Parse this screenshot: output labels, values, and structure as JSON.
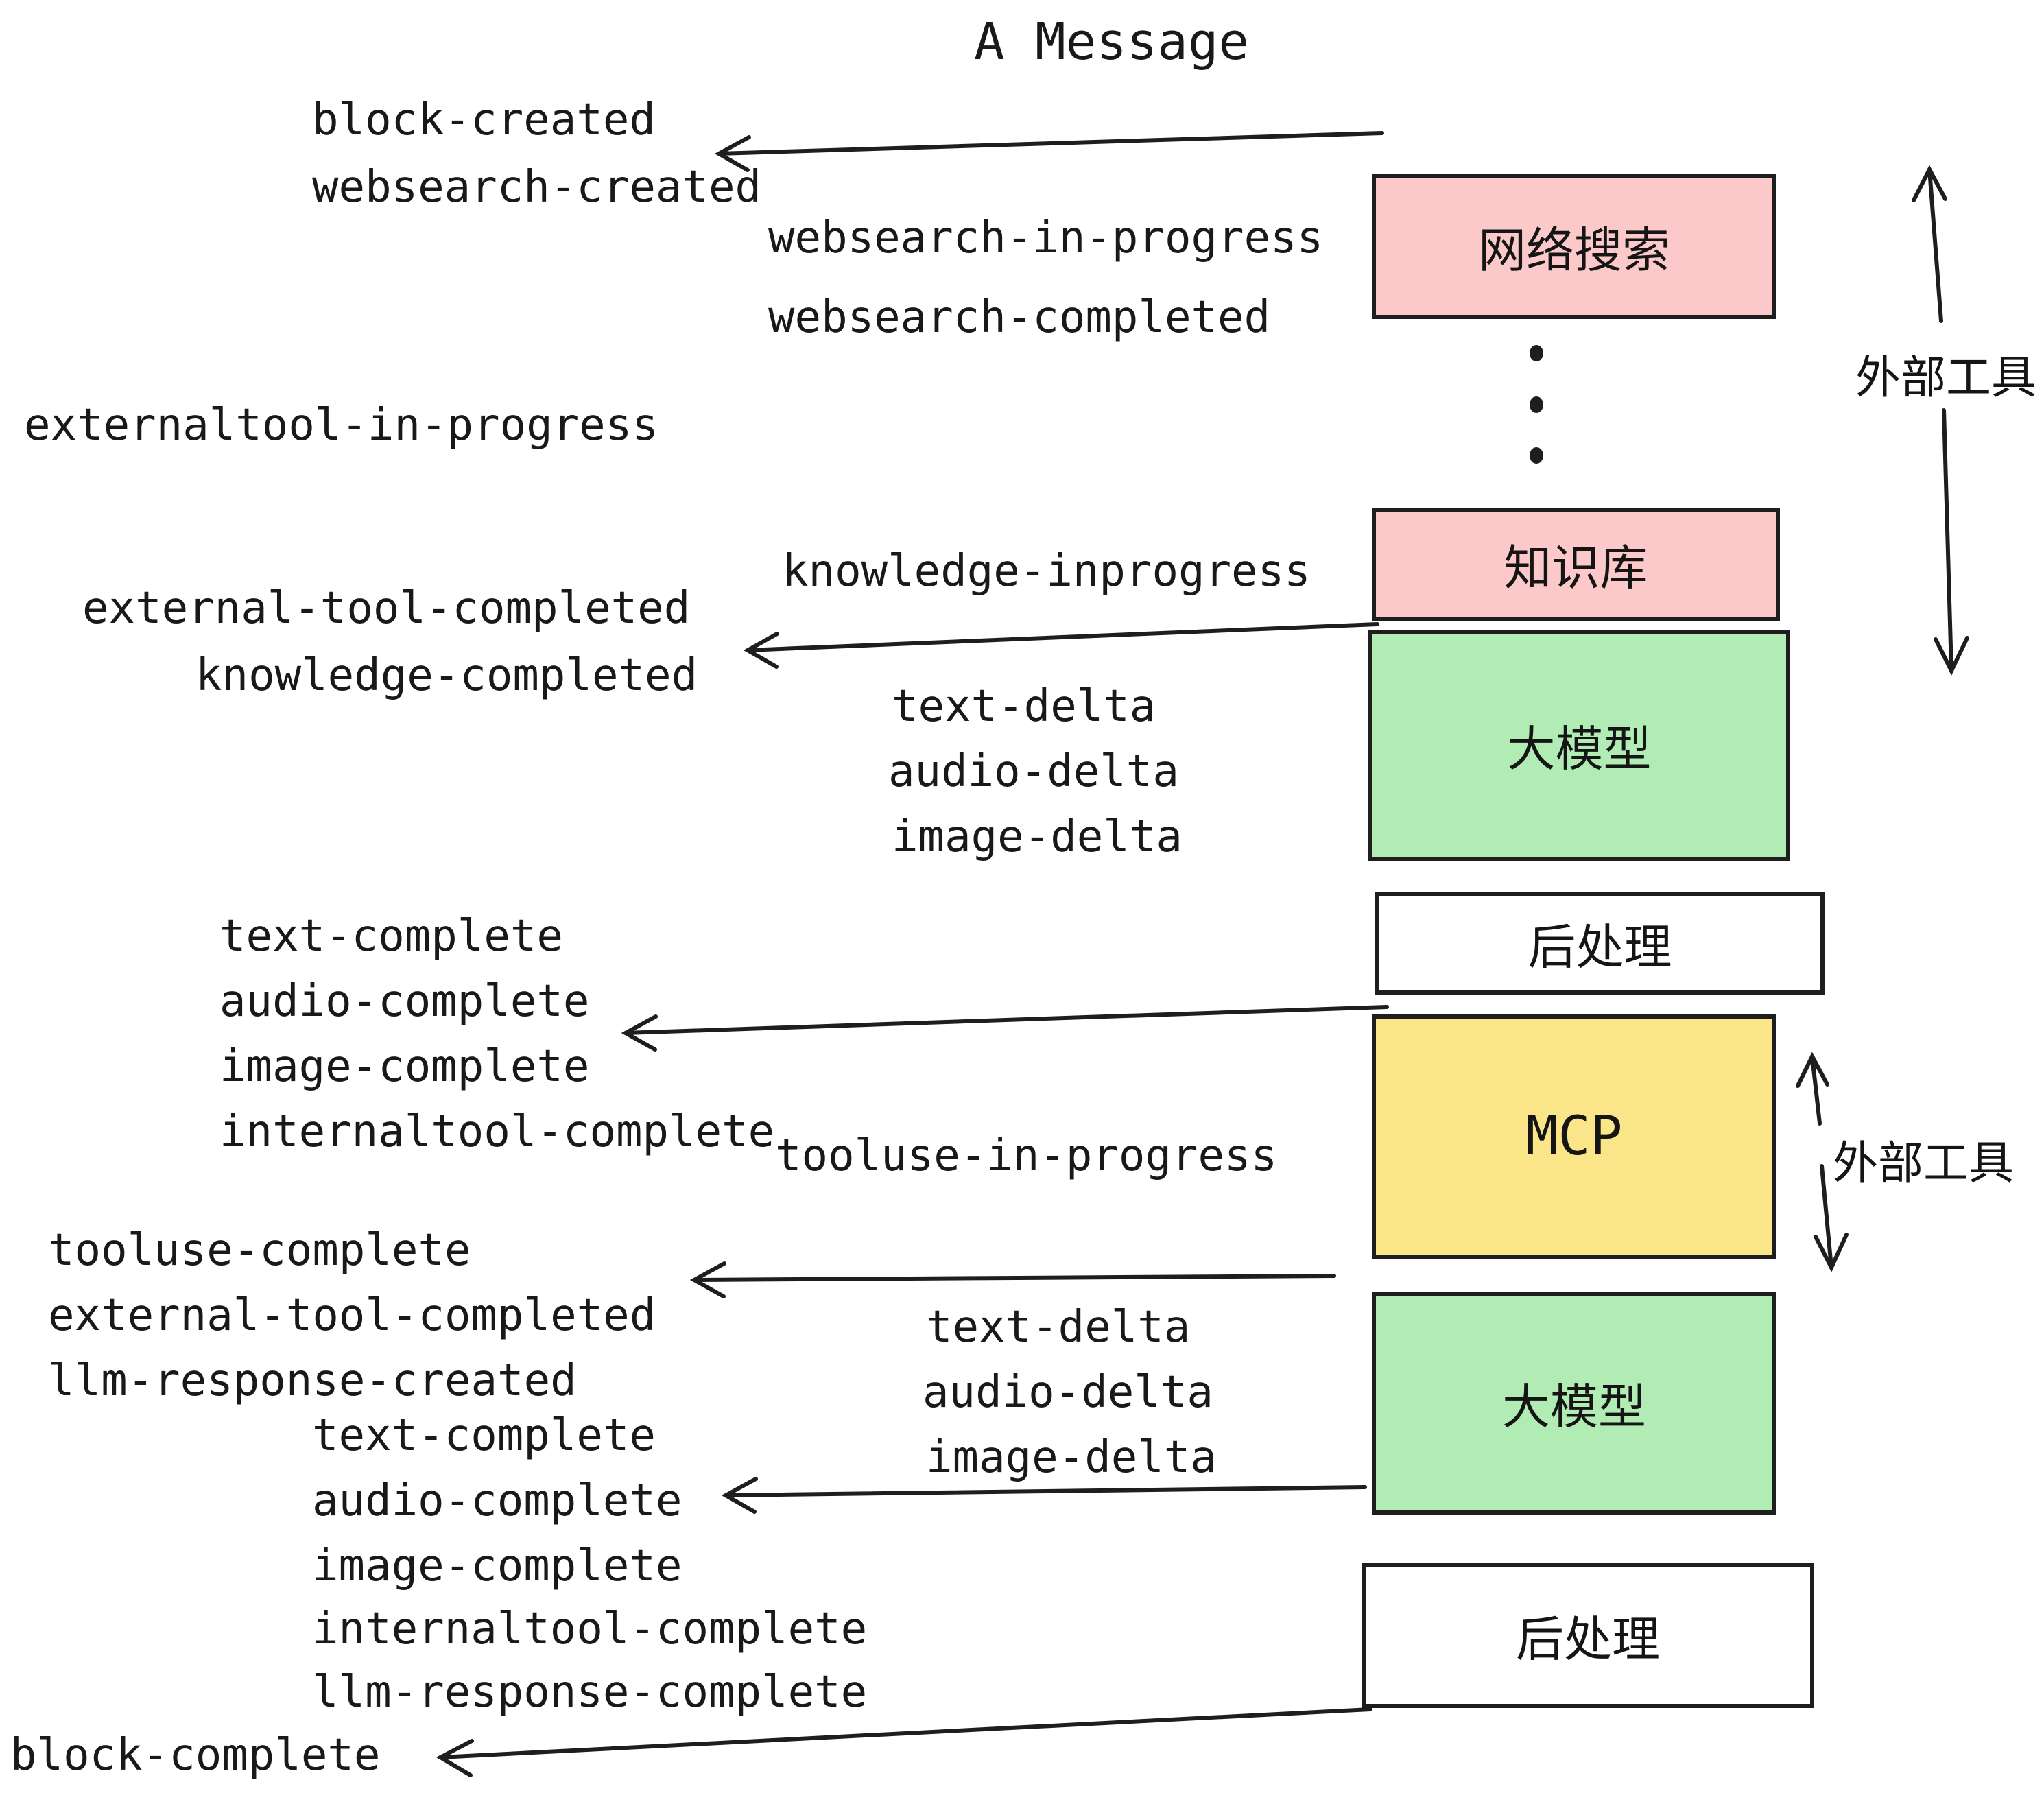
{
  "title": "A Message",
  "colors": {
    "ink": "#1e1e1e",
    "pink": "#fbc9c9",
    "green": "#b1ecb4",
    "yellow": "#fae589"
  },
  "boxes": [
    {
      "label": "网络搜索",
      "color": "pink"
    },
    {
      "label": "知识库",
      "color": "pink"
    },
    {
      "label": "大模型",
      "color": "green"
    },
    {
      "label": "后处理",
      "color": "white"
    },
    {
      "label": "MCP",
      "color": "yellow"
    },
    {
      "label": "大模型",
      "color": "green"
    },
    {
      "label": "后处理",
      "color": "white"
    }
  ],
  "side_labels": [
    {
      "label": "外部工具"
    },
    {
      "label": "外部工具"
    }
  ],
  "events": [
    {
      "text": "block-created"
    },
    {
      "text": "websearch-created"
    },
    {
      "text": "websearch-in-progress"
    },
    {
      "text": "websearch-completed"
    },
    {
      "text": "externaltool-in-progress"
    },
    {
      "text": "knowledge-inprogress"
    },
    {
      "text": "external-tool-completed"
    },
    {
      "text": "knowledge-completed"
    },
    {
      "text": "text-delta"
    },
    {
      "text": "audio-delta"
    },
    {
      "text": "image-delta"
    },
    {
      "text": "text-complete"
    },
    {
      "text": "audio-complete"
    },
    {
      "text": "image-complete"
    },
    {
      "text": "internaltool-complete"
    },
    {
      "text": "tooluse-in-progress"
    },
    {
      "text": "tooluse-complete"
    },
    {
      "text": "external-tool-completed"
    },
    {
      "text": "llm-response-created"
    },
    {
      "text": "text-delta"
    },
    {
      "text": "audio-delta"
    },
    {
      "text": "image-delta"
    },
    {
      "text": "text-complete"
    },
    {
      "text": "audio-complete"
    },
    {
      "text": "image-complete"
    },
    {
      "text": "internaltool-complete"
    },
    {
      "text": "llm-response-complete"
    },
    {
      "text": "block-complete"
    }
  ]
}
